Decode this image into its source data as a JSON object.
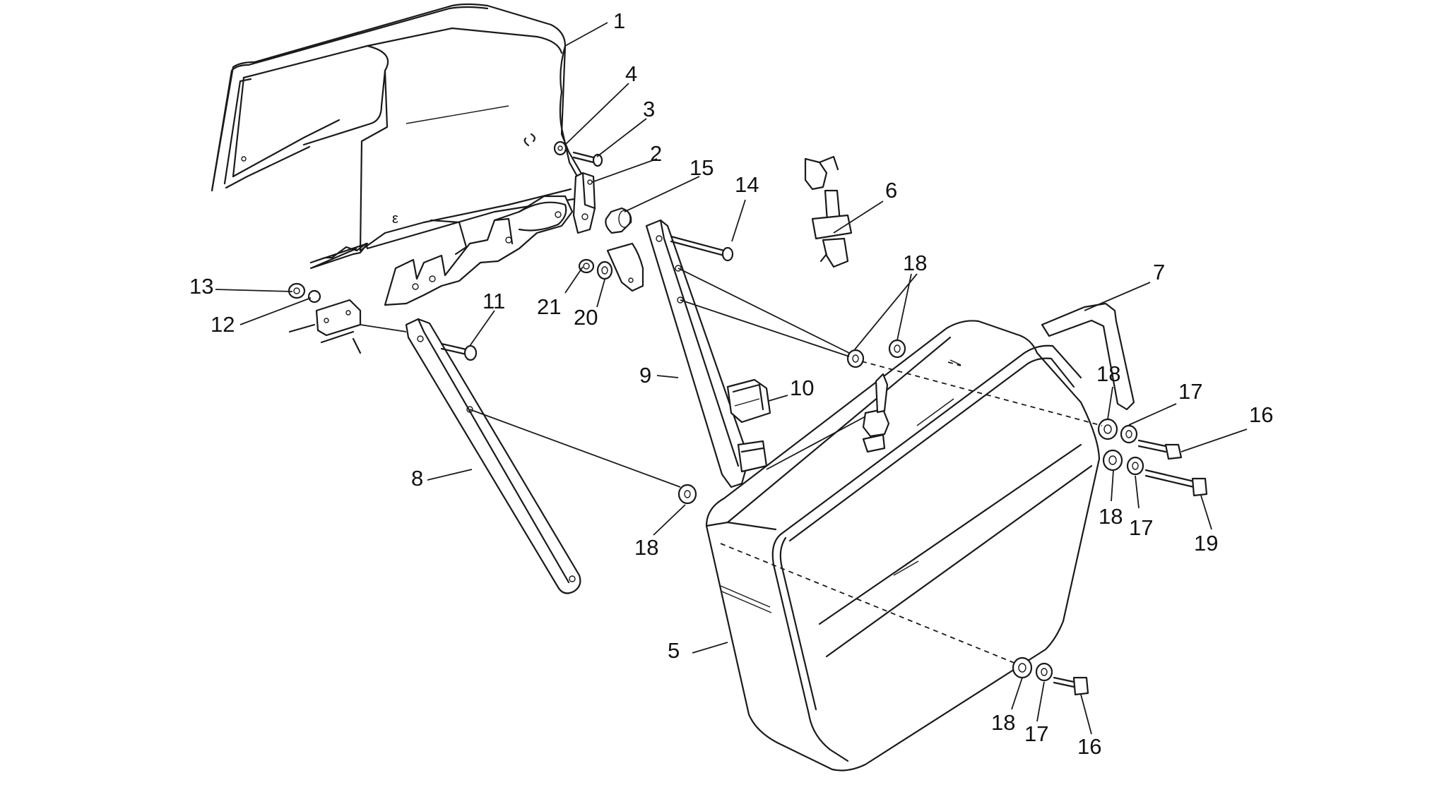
{
  "diagram": {
    "colors": {
      "line": "#1a1a1a",
      "background": "#ffffff"
    },
    "callouts": [
      {
        "id": "c1",
        "label": "1"
      },
      {
        "id": "c2",
        "label": "2"
      },
      {
        "id": "c3",
        "label": "3"
      },
      {
        "id": "c4",
        "label": "4"
      },
      {
        "id": "c5",
        "label": "5"
      },
      {
        "id": "c6",
        "label": "6"
      },
      {
        "id": "c7",
        "label": "7"
      },
      {
        "id": "c8",
        "label": "8"
      },
      {
        "id": "c9",
        "label": "9"
      },
      {
        "id": "c10",
        "label": "10"
      },
      {
        "id": "c11",
        "label": "11"
      },
      {
        "id": "c12",
        "label": "12"
      },
      {
        "id": "c13",
        "label": "13"
      },
      {
        "id": "c14",
        "label": "14"
      },
      {
        "id": "c15",
        "label": "15"
      },
      {
        "id": "c16a",
        "label": "16"
      },
      {
        "id": "c16b",
        "label": "16"
      },
      {
        "id": "c17a",
        "label": "17"
      },
      {
        "id": "c17b",
        "label": "17"
      },
      {
        "id": "c17c",
        "label": "17"
      },
      {
        "id": "c18a",
        "label": "18"
      },
      {
        "id": "c18b",
        "label": "18"
      },
      {
        "id": "c18c",
        "label": "18"
      },
      {
        "id": "c18d",
        "label": "18"
      },
      {
        "id": "c18e",
        "label": "18"
      },
      {
        "id": "c19",
        "label": "19"
      },
      {
        "id": "c20",
        "label": "20"
      },
      {
        "id": "c21",
        "label": "21"
      }
    ]
  }
}
